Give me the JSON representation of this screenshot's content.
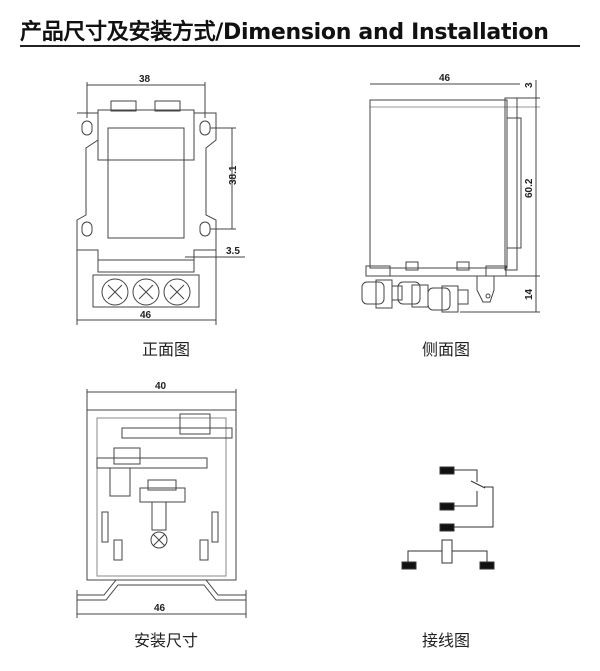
{
  "title": "产品尺寸及安装方式/Dimension and  Installation",
  "front_view": {
    "caption": "正面图",
    "dims": {
      "width_top": "38",
      "hole_pitch": "38.1",
      "offset": "3.5",
      "width_bottom": "46"
    }
  },
  "side_view": {
    "caption": "侧面图",
    "dims": {
      "depth": "46",
      "top": "3",
      "height": "60.2",
      "terminal": "14"
    }
  },
  "mounting": {
    "caption": "安装尺寸",
    "dims": {
      "width_top": "40",
      "width_bottom": "46"
    }
  },
  "wiring": {
    "caption": "接线图"
  }
}
